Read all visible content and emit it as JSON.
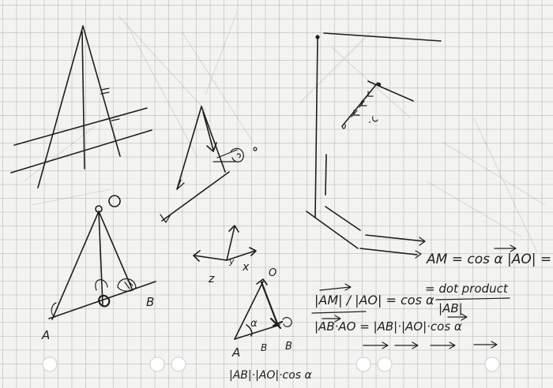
{
  "labels": {
    "point_o_top": "O",
    "point_b_left": "B",
    "point_a_left": "A",
    "point_o_right": "O",
    "point_a_right": "A",
    "point_b_right": "B",
    "point_b_right_2": "B",
    "angle_alpha": "α",
    "axis_x": "x",
    "axis_y": "y",
    "axis_z": "z"
  },
  "equations": {
    "am_eq": "AM = cos α |AO| =",
    "dot_product": "= dot product",
    "ab_norm": "|AB|",
    "am_over_ao": "|AM| / |AO| = cos α",
    "dot_eq": "|AB·AO = |AB|·|AO|·cos α",
    "bottom_note": "|AB|·|AO|·cos α"
  },
  "ink_color": "#1e1e1e",
  "paper_color": "#f3f3f1",
  "grid_color": "#9a9a9a"
}
